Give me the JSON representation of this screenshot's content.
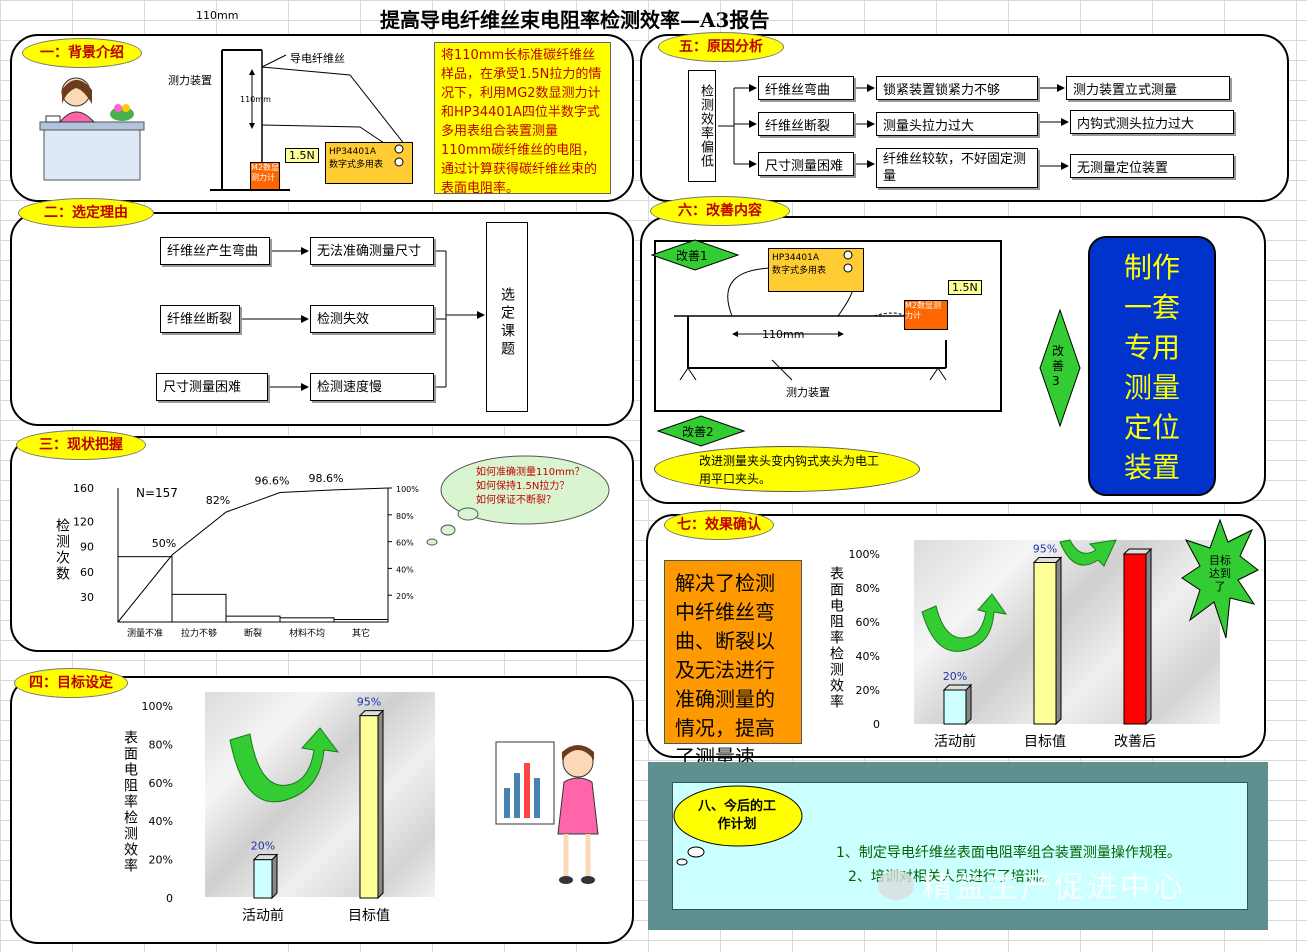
{
  "header": {
    "title": "提高导电纤维丝束电阻率检测效率—A3报告",
    "dim_label": "110mm"
  },
  "s1": {
    "tag": "一：背景介绍",
    "label_fiber": "导电纤维丝",
    "label_gauge": "测力装置",
    "label_len": "110mm",
    "label_force": "1.5N",
    "label_meter_name": "HP34401A",
    "label_meter_desc": "数字式多用表",
    "label_m2": "M2数显测力计",
    "text": "将110mm长标准碳纤维丝样品，在承受1.5N拉力的情况下，利用MG2数显测力计和HP34401A四位半数字式多用表组合装置测量110mm碳纤维丝的电阻，通过计算获得碳纤维丝束的表面电阻率。"
  },
  "s2": {
    "tag": "二：选定理由",
    "causes": [
      "纤维丝产生弯曲",
      "纤维丝断裂",
      "尺寸测量困难"
    ],
    "effects": [
      "无法准确测量尺寸",
      "检测失效",
      "检测速度慢"
    ],
    "result": "选定课题"
  },
  "s3": {
    "tag": "三：现状把握",
    "ylabel": "检测次数",
    "cloud": [
      "如何准确测量110mm？",
      "如何保持1.5N拉力？",
      "如何保证不断裂？"
    ]
  },
  "s4": {
    "tag": "四：目标设定",
    "ylabel": "表面电阻率检测效率"
  },
  "s5": {
    "tag": "五：原因分析",
    "root": "检测效率偏低",
    "rows": [
      [
        "纤维丝弯曲",
        "锁紧装置锁紧力不够",
        "测力装置立式测量"
      ],
      [
        "纤维丝断裂",
        "测量头拉力过大",
        "内钩式测头拉力过大"
      ],
      [
        "尺寸测量困难",
        "纤维丝较软，不好固定测量",
        "无测量定位装置"
      ]
    ]
  },
  "s6": {
    "tag": "六：改善内容",
    "imp1": "改善1",
    "imp2": "改善2",
    "imp3": "改善3",
    "meter_name": "HP34401A",
    "meter_desc": "数字式多用表",
    "force": "1.5N",
    "m2": "M2数显测力计",
    "len": "110mm",
    "gauge": "测力装置",
    "note": "改进测量夹头变内钩式夹头为电工用平口夹头。",
    "solution": "制作一套专用测量定位装置"
  },
  "s7": {
    "tag": "七：效果确认",
    "text": "解决了检测中纤维丝弯曲、断裂以及无法进行准确测量的情况，提高了测量速度。",
    "ylabel": "表面电阻率检测效率",
    "badge": "目标达到了"
  },
  "s8": {
    "tag": "八、今后的工作计划",
    "line1": "1、制定导电纤维丝表面电阻率组合装置测量操作规程。",
    "line2": "2、培训对相关人员进行了培训。",
    "watermark": "精益生产促进中心"
  },
  "chart_data": [
    {
      "type": "bar",
      "title": "",
      "note": "N=157",
      "categories": [
        "测量不准",
        "拉力不够",
        "断裂",
        "材料不均",
        "其它"
      ],
      "values": [
        78,
        33,
        7,
        5,
        3
      ],
      "ylim": [
        0,
        160
      ],
      "yticks": [
        "30",
        "60",
        "90",
        "120",
        "160"
      ],
      "ylabel": "检测次数",
      "cumulative_pct": [
        50,
        82,
        96.6,
        98.6,
        100
      ],
      "cumulative_labels": [
        "50%",
        "82%",
        "96.6%",
        "98.6%",
        ""
      ],
      "y2ticks": [
        "20%",
        "40%",
        "60%",
        "80%",
        "100%"
      ]
    },
    {
      "type": "bar",
      "categories": [
        "活动前",
        "目标值"
      ],
      "values": [
        20,
        95
      ],
      "labels": [
        "20%",
        "95%"
      ],
      "ylim": [
        0,
        100
      ],
      "yticks": [
        "0",
        "20%",
        "40%",
        "60%",
        "80%",
        "100%"
      ],
      "ylabel": "表面电阻率检测效率",
      "colors": [
        "#ccffff",
        "#ffff99"
      ]
    },
    {
      "type": "bar",
      "categories": [
        "活动前",
        "目标值",
        "改善后"
      ],
      "values": [
        20,
        95,
        100
      ],
      "labels": [
        "20%",
        "95%",
        ""
      ],
      "ylim": [
        0,
        100
      ],
      "yticks": [
        "0",
        "20%",
        "40%",
        "60%",
        "80%",
        "100%"
      ],
      "ylabel": "表面电阻率检测效率",
      "colors": [
        "#ccffff",
        "#ffff99",
        "#ff0000"
      ]
    }
  ]
}
